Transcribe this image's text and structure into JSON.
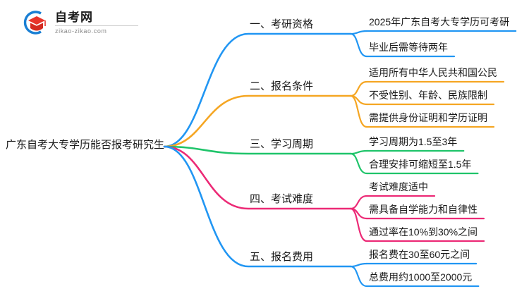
{
  "logo": {
    "title": "自考网",
    "subtitle": "zikao-zikao.com",
    "mark_icon": "graduation-cap-icon",
    "arc_color": "#1a7fd4",
    "cap_color": "#e8342a"
  },
  "mindmap": {
    "central_topic": "广东自考大专学历能否报考研究生",
    "branches": [
      {
        "label": "一、考研资格",
        "color": "#2196f3",
        "children": [
          "2025年广东自考大专学历可考研",
          "毕业后需等待两年"
        ]
      },
      {
        "label": "二、报名条件",
        "color": "#f5a623",
        "children": [
          "适用所有中华人民共和国公民",
          "不受性别、年龄、民族限制",
          "需提供身份证明和学历证明"
        ]
      },
      {
        "label": "三、学习周期",
        "color": "#1fc46a",
        "children": [
          "学习周期为1.5至3年",
          "合理安排可缩短至1.5年"
        ]
      },
      {
        "label": "四、考试难度",
        "color": "#ec2a76",
        "children": [
          "考试难度适中",
          "需具备自学能力和自律性",
          "通过率在10%到30%之间"
        ]
      },
      {
        "label": "五、报名费用",
        "color": "#2196f3",
        "children": [
          "报名费在30至60元之间",
          "总费用约1000至2000元"
        ]
      }
    ]
  }
}
